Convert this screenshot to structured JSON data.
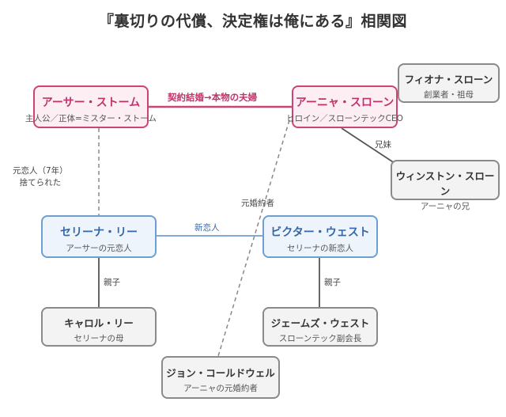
{
  "title": "『裏切りの代償、決定権は俺にある』相関図",
  "nodes": {
    "arthur": {
      "name": "アーサー・ストーム",
      "role": "主人公／正体=ミスター・ストーム"
    },
    "anya": {
      "name": "アーニャ・スローン",
      "role": "ヒロイン／スローンテックCEO"
    },
    "fiona": {
      "name": "フィオナ・スローン",
      "role": "創業者・祖母"
    },
    "winston": {
      "name": "ウィンストン・スローン",
      "role": "アーニャの兄"
    },
    "serena": {
      "name": "セリーナ・リー",
      "role": "アーサーの元恋人"
    },
    "victor": {
      "name": "ビクター・ウェスト",
      "role": "セリーナの新恋人"
    },
    "carol": {
      "name": "キャロル・リー",
      "role": "セリーナの母"
    },
    "james": {
      "name": "ジェームズ・ウェスト",
      "role": "スローンテック副会長"
    },
    "john": {
      "name": "ジョン・コールドウェル",
      "role": "アーニャの元婚約者"
    }
  },
  "edges": {
    "contract": "契約結婚→本物の夫婦",
    "siblings": "兄妹",
    "ex_lovers_line1": "元恋人（7年）",
    "ex_lovers_line2": "捨てられた",
    "ex_fiance": "元婚約者",
    "new_lover": "新恋人",
    "parent_left": "親子",
    "parent_right": "親子"
  },
  "colors": {
    "protagonist": "#cc4477",
    "rival": "#6f9fd0",
    "other": "#8a8a8a"
  }
}
